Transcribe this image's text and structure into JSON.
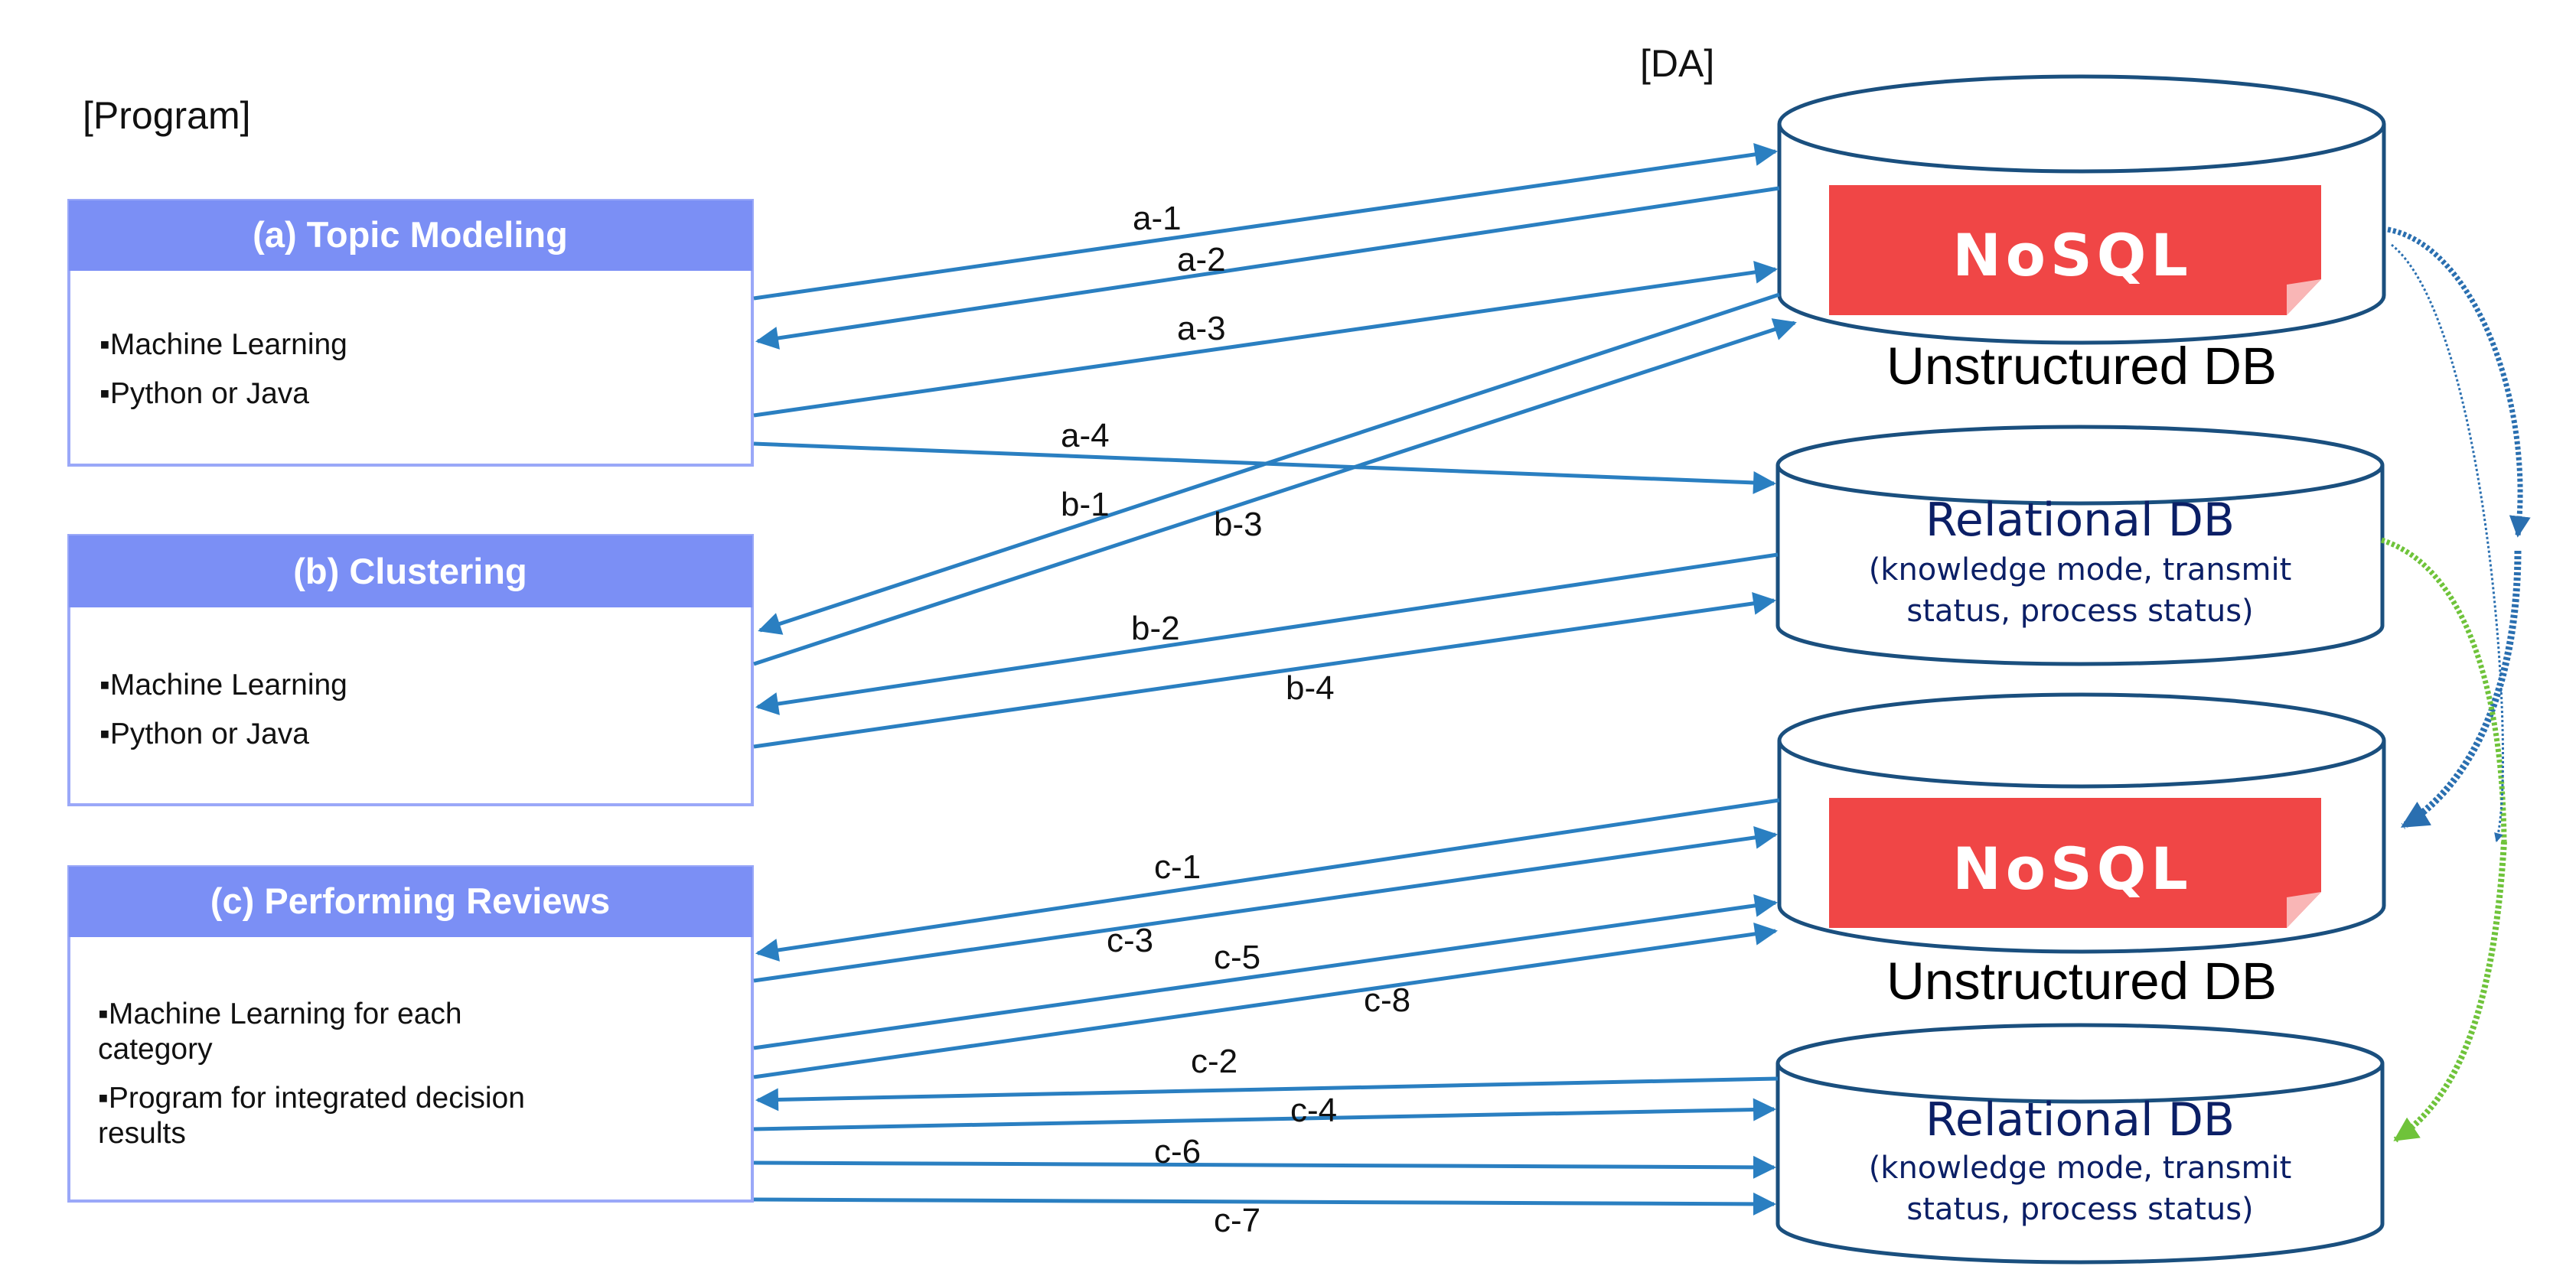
{
  "headers": {
    "program": "[Program]",
    "da": "[DA]"
  },
  "programs": [
    {
      "title": "(a) Topic Modeling",
      "bullets": [
        "▪Machine Learning",
        "▪Python or Java"
      ]
    },
    {
      "title": "(b) Clustering",
      "bullets": [
        "▪Machine Learning",
        "▪Python or Java"
      ]
    },
    {
      "title": "(c) Performing Reviews",
      "bullets": [
        "▪Machine Learning for each",
        "category",
        "▪Program for integrated decision",
        "results"
      ]
    }
  ],
  "databases": [
    {
      "type": "nosql",
      "logo_text": "NoSQL",
      "caption": "Unstructured DB"
    },
    {
      "type": "relational",
      "title": "Relational DB",
      "subtitle_lines": [
        "(knowledge mode, transmit",
        "status, process status)"
      ]
    },
    {
      "type": "nosql",
      "logo_text": "NoSQL",
      "caption": "Unstructured DB"
    },
    {
      "type": "relational",
      "title": "Relational DB",
      "subtitle_lines": [
        "(knowledge mode, transmit",
        "status, process status)"
      ]
    }
  ],
  "arrow_labels": {
    "a1": "a-1",
    "a2": "a-2",
    "a3": "a-3",
    "a4": "a-4",
    "b1": "b-1",
    "b2": "b-2",
    "b3": "b-3",
    "b4": "b-4",
    "c1": "c-1",
    "c2": "c-2",
    "c3": "c-3",
    "c4": "c-4",
    "c5": "c-5",
    "c6": "c-6",
    "c7": "c-7",
    "c8": "c-8"
  },
  "colors": {
    "program_header": "#7b8ff5",
    "program_border": "#9aa8f8",
    "arrow": "#2a7fc1",
    "nosql_logo": "#f04646",
    "sync_blue": "#2a6fb0",
    "sync_green": "#6fc33a",
    "relational_text": "#0b1f66"
  }
}
